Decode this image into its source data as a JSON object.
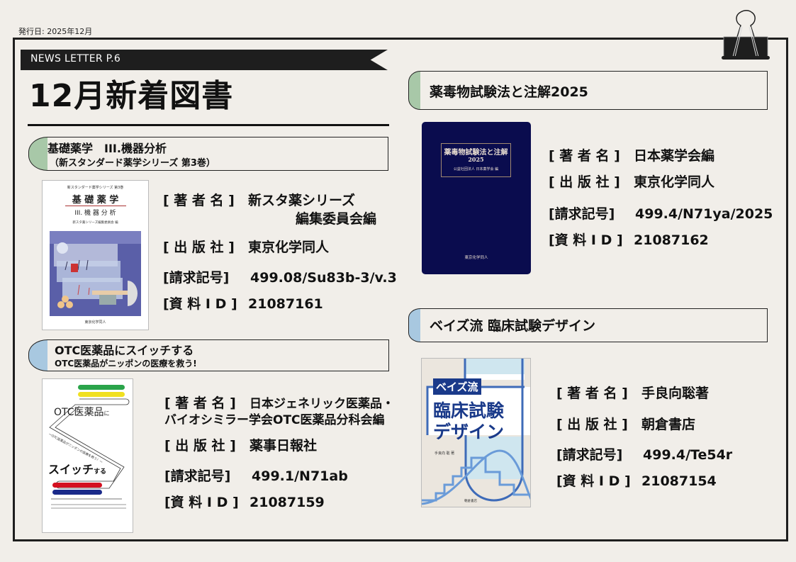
{
  "header": {
    "issue_date": "発行日: 2025年12月",
    "ribbon": "NEWS LETTER  P.6",
    "title": "12月新着図書"
  },
  "colors": {
    "frame": "#1e1e1e",
    "background": "#f1eee9",
    "tab_green": "#a8c8a8",
    "tab_blue": "#a8c8e0"
  },
  "labels": {
    "author": "[ 著 者 名 ]",
    "publisher": "[ 出 版 社 ]",
    "call_number": "[請求記号]",
    "item_id": "[資 料 I D ]"
  },
  "books": [
    {
      "title": "基礎薬学　III.機器分析",
      "subtitle": "（新スタンダード薬学シリーズ 第3巻）",
      "author_line1": "新スタ薬シリーズ",
      "author_line2": "編集委員会編",
      "publisher": "東京化学同人",
      "call_number": "499.08/Su83b-3/v.3",
      "item_id": "21087161",
      "cover": {
        "series": "新スタンダード薬学シリーズ 第3巻",
        "title": "基 礎 薬 学",
        "subtitle": "III. 機 器 分 析",
        "editor": "新スタ薬シリーズ編集委員会 編",
        "publisher": "東京化学同人"
      }
    },
    {
      "title": "OTC医薬品にスイッチする",
      "subtitle": "OTC医薬品がニッポンの医療を救う!",
      "author_line1": "日本ジェネリック医薬品・",
      "author_line2": "バイオシミラー学会OTC医薬品分科会編",
      "publisher": "薬事日報社",
      "call_number": "499.1/N71ab",
      "item_id": "21087159",
      "cover": {
        "title_top": "OTC医薬品",
        "title_top_small": "に",
        "tagline": "〜OTC医薬品がニッポンの医療を救う！〜",
        "title_bottom": "スイッチ",
        "title_bottom_small": "する"
      }
    },
    {
      "title": "薬毒物試験法と注解2025",
      "author": "日本薬学会編",
      "publisher": "東京化学同人",
      "call_number": "499.4/N71ya/2025",
      "item_id": "21087162",
      "cover": {
        "title": "薬毒物試験法と注解",
        "year": "2025",
        "editor": "公益社団法人 日本薬学会 編",
        "publisher": "東京化学同人"
      }
    },
    {
      "title": "ベイズ流 臨床試験デザイン",
      "author": "手良向聡著",
      "publisher": "朝倉書店",
      "call_number": "499.4/Te54r",
      "item_id": "21087154",
      "cover": {
        "badge": "ベイズ流",
        "title_line1": "臨床試験",
        "title_line2": "デザイン",
        "author": "手良向 聡 著",
        "publisher": "朝倉書店"
      }
    }
  ]
}
